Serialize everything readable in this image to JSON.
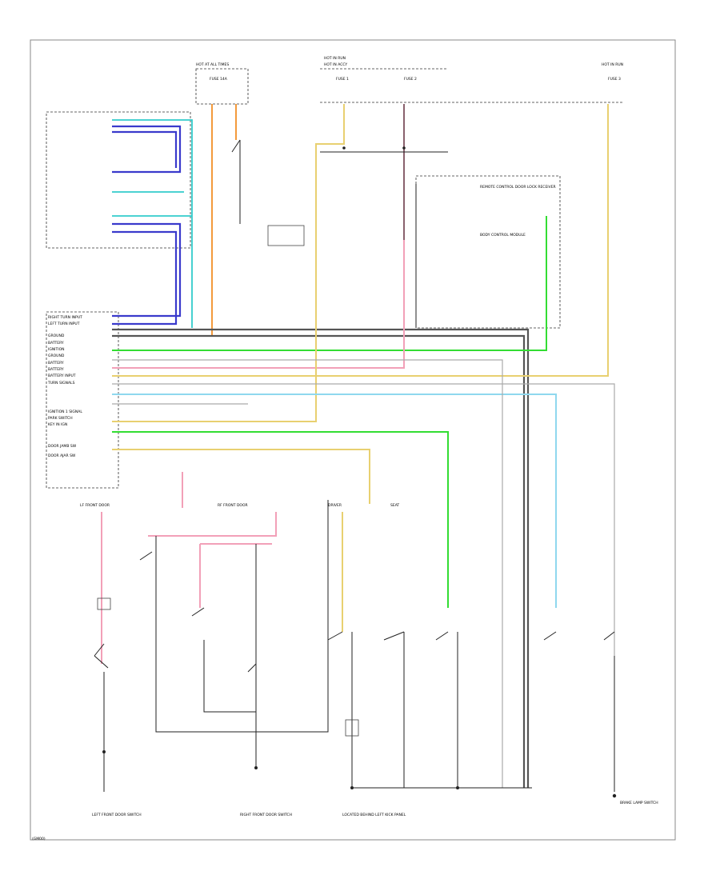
{
  "header": {
    "top_left_title": "HOT AT ALL TIMES",
    "top_mid_title": "HOT IN RUN",
    "top_mid_sub": "HOT IN ACCY",
    "top_right_title": "HOT IN RUN"
  },
  "fuses": [
    {
      "label": "FUSE 14A"
    },
    {
      "label": "FUSE 1"
    },
    {
      "label": "FUSE 2"
    },
    {
      "label": "FUSE 3"
    }
  ],
  "module": {
    "label_top": "REMOTE CONTROL DOOR LOCK RECEIVER",
    "label_mid": "BODY CONTROL MODULE"
  },
  "left_pins": [
    {
      "text": "RIGHT TURN INPUT"
    },
    {
      "text": "LEFT TURN INPUT"
    },
    {
      "text": "GROUND"
    },
    {
      "text": "BATTERY"
    },
    {
      "text": "IGNITION"
    },
    {
      "text": "GROUND"
    },
    {
      "text": "BATTERY"
    },
    {
      "text": "BATTERY"
    },
    {
      "text": "BATTERY INPUT"
    },
    {
      "text": "TURN SIGNALS"
    },
    {
      "text": "IGNITION 1 SIGNAL"
    },
    {
      "text": "PARK SWITCH"
    },
    {
      "text": "KEY IN IGN"
    },
    {
      "text": "DOOR JAMB SW"
    },
    {
      "text": "DOOR AJAR SW"
    }
  ],
  "bottom_labels": {
    "left": "LEFT FRONT DOOR SWITCH",
    "mid": "RIGHT FRONT DOOR SWITCH",
    "right": "LOCATED BEHIND LEFT KICK PANEL",
    "far_right": "BRAKE LAMP SWITCH"
  },
  "section_labels": {
    "lf_door": "LF FRONT DOOR",
    "rf_door": "RF FRONT DOOR",
    "driver": "DRIVER",
    "seat": "SEAT"
  },
  "footer_code": "(GM00)"
}
